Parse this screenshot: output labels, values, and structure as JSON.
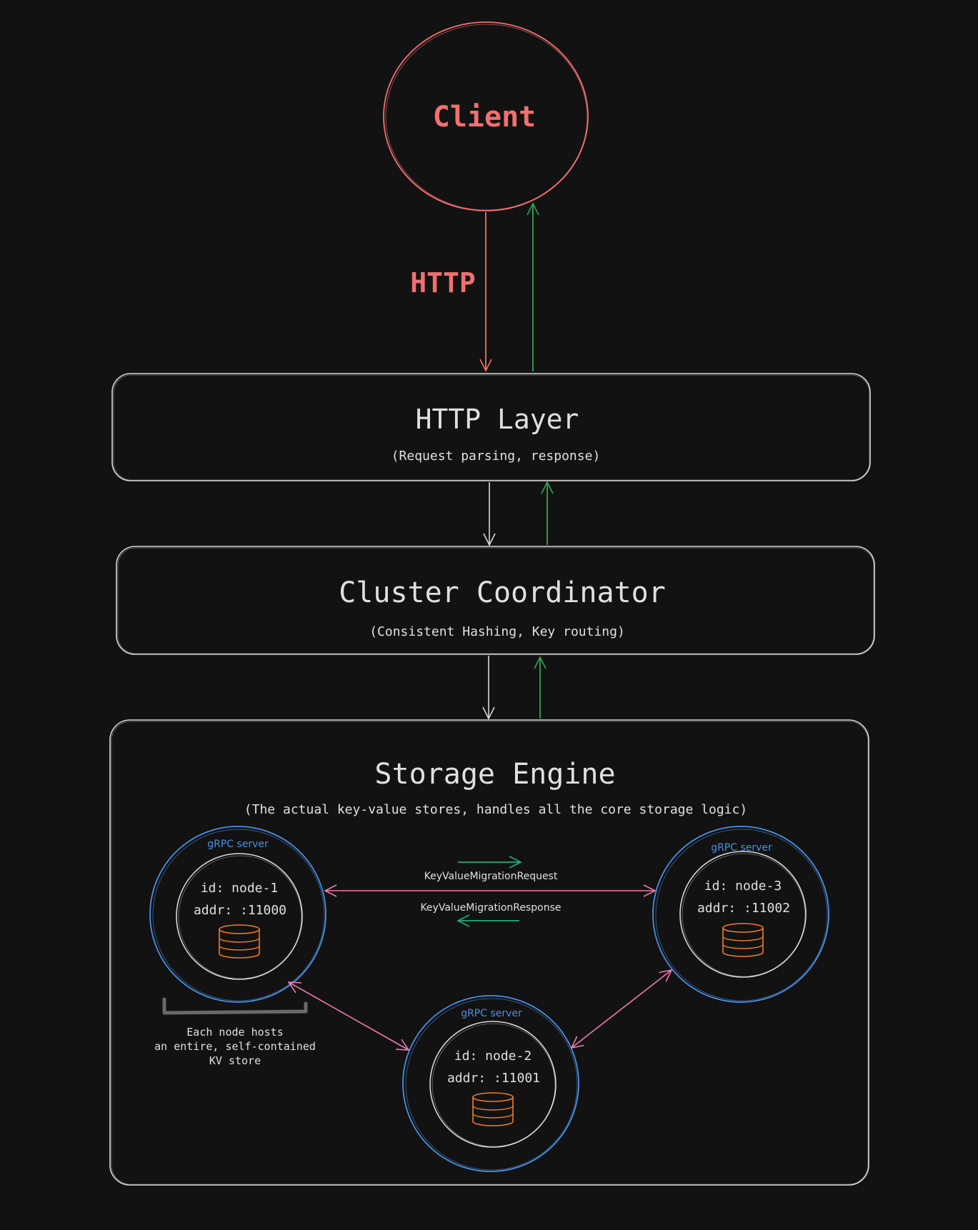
{
  "colors": {
    "background": "#121212",
    "client": "#f07070",
    "box_stroke": "#d8d8d8",
    "text": "#e0e0e0",
    "response_arrow": "#2fa84f",
    "grpc": "#4a90e2",
    "peer_link": "#f07ab0",
    "migration_arrow": "#1fae7a",
    "database": "#f07c2a",
    "bracket": "#6a6a6a"
  },
  "client": {
    "label": "Client"
  },
  "protocol": {
    "label": "HTTP"
  },
  "http_layer": {
    "title": "HTTP Layer",
    "subtitle": "(Request parsing, response)"
  },
  "coordinator": {
    "title": "Cluster Coordinator",
    "subtitle": "(Consistent Hashing, Key routing)"
  },
  "storage": {
    "title": "Storage Engine",
    "subtitle": "(The actual key-value stores, handles all the core storage logic)",
    "request_label": "KeyValueMigrationRequest",
    "response_label": "KeyValueMigrationResponse",
    "note": [
      "Each node hosts",
      "an entire, self-contained",
      "KV store"
    ],
    "nodes": [
      {
        "server_label": "gRPC server",
        "id": "id: node-1",
        "addr": "addr: :11000"
      },
      {
        "server_label": "gRPC server",
        "id": "id: node-3",
        "addr": "addr: :11002"
      },
      {
        "server_label": "gRPC server",
        "id": "id: node-2",
        "addr": "addr: :11001"
      }
    ]
  }
}
